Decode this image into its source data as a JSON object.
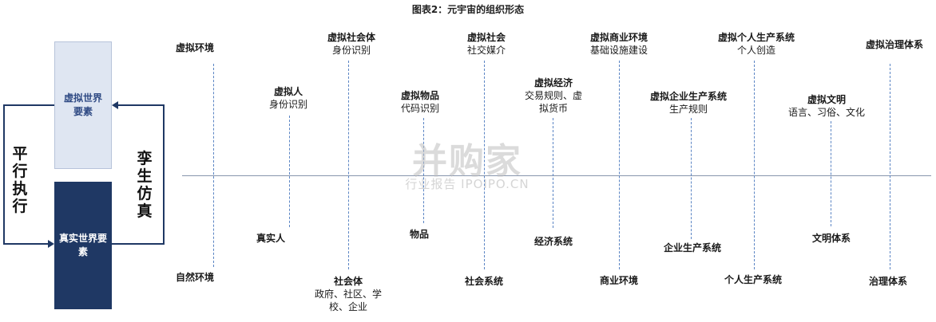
{
  "title": "图表2：元宇宙的组织形态",
  "left": {
    "virtual_box": "虚拟世界要素",
    "real_box": "真实世界要素",
    "left_label": "平行执行",
    "right_label": "孪生仿真"
  },
  "columns": [
    {
      "top": {
        "bold": "虚拟环境",
        "normal": ""
      },
      "bottom": {
        "bold": "自然环境",
        "normal": ""
      }
    },
    {
      "top": {
        "bold": "虚拟人",
        "normal": "身份识别"
      },
      "bottom": {
        "bold": "真实人",
        "normal": ""
      }
    },
    {
      "top": {
        "bold": "虚拟社会体",
        "normal": "身份识别"
      },
      "bottom": {
        "bold": "社会体",
        "normal": "政府、社区、学校、企业"
      }
    },
    {
      "top": {
        "bold": "虚拟物品",
        "normal": "代码识别"
      },
      "bottom": {
        "bold": "物品",
        "normal": ""
      }
    },
    {
      "top": {
        "bold": "虚拟社会",
        "normal": "社交媒介"
      },
      "bottom": {
        "bold": "社会系统",
        "normal": ""
      }
    },
    {
      "top": {
        "bold": "虚拟经济",
        "normal": "交易规则、虚拟货币"
      },
      "bottom": {
        "bold": "经济系统",
        "normal": ""
      }
    },
    {
      "top": {
        "bold": "虚拟商业环境",
        "normal": "基础设施建设"
      },
      "bottom": {
        "bold": "商业环境",
        "normal": ""
      }
    },
    {
      "top": {
        "bold": "虚拟企业生产系统",
        "normal": "生产规则"
      },
      "bottom": {
        "bold": "企业生产系统",
        "normal": ""
      }
    },
    {
      "top": {
        "bold": "虚拟个人生产系统",
        "normal": "个人创造"
      },
      "bottom": {
        "bold": "个人生产系统",
        "normal": ""
      }
    },
    {
      "top": {
        "bold": "虚拟文明",
        "normal": "语言、习俗、文化"
      },
      "bottom": {
        "bold": "文明体系",
        "normal": ""
      }
    },
    {
      "top": {
        "bold": "虚拟治理体系",
        "normal": ""
      },
      "bottom": {
        "bold": "治理体系",
        "normal": ""
      }
    }
  ],
  "watermark": {
    "main": "并购家",
    "sub": "行业报告 IPOIPO.CN"
  }
}
